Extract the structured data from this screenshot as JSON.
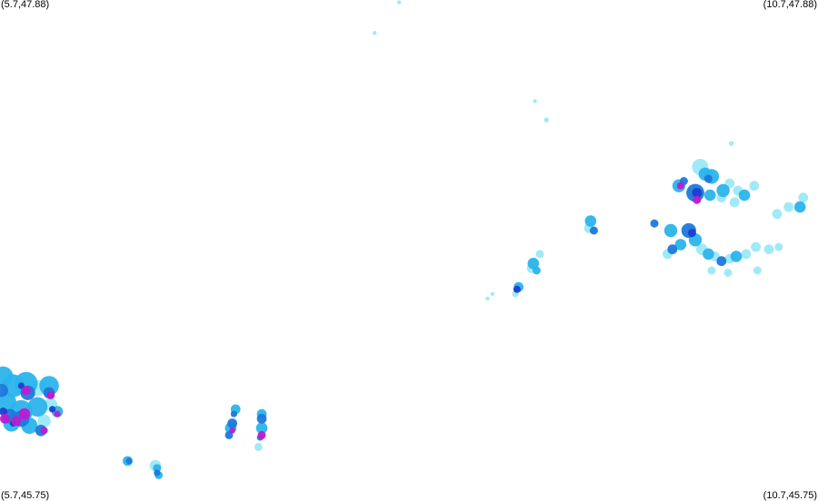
{
  "corners": {
    "top_left": "(5.7,47.88)",
    "top_right": "(10.7,47.88)",
    "bottom_left": "(5.7,45.75)",
    "bottom_right": "(10.7,45.75)"
  },
  "extent": {
    "lon_min": 5.7,
    "lon_max": 10.7,
    "lat_min": 45.75,
    "lat_max": 47.88
  },
  "palette": {
    "light": "#8fe6f7",
    "medium": "#2bb4ec",
    "strong": "#1e78dc",
    "heavy": "#1c3fd0",
    "extreme": "#c01ad0"
  },
  "cells": [
    {
      "lon": 8.14,
      "lat": 47.87,
      "level": "light",
      "r": 0.012
    },
    {
      "lon": 7.99,
      "lat": 47.74,
      "level": "light",
      "r": 0.012
    },
    {
      "lon": 10.17,
      "lat": 47.27,
      "level": "light",
      "r": 0.015
    },
    {
      "lon": 9.98,
      "lat": 47.17,
      "level": "light",
      "r": 0.05
    },
    {
      "lon": 10.01,
      "lat": 47.14,
      "level": "medium",
      "r": 0.04
    },
    {
      "lon": 10.05,
      "lat": 47.13,
      "level": "medium",
      "r": 0.045
    },
    {
      "lon": 10.03,
      "lat": 47.12,
      "level": "strong",
      "r": 0.025
    },
    {
      "lon": 9.85,
      "lat": 47.09,
      "level": "medium",
      "r": 0.04
    },
    {
      "lon": 9.86,
      "lat": 47.09,
      "level": "extreme",
      "r": 0.022
    },
    {
      "lon": 9.88,
      "lat": 47.11,
      "level": "strong",
      "r": 0.025
    },
    {
      "lon": 9.95,
      "lat": 47.06,
      "level": "strong",
      "r": 0.055
    },
    {
      "lon": 9.96,
      "lat": 47.03,
      "level": "extreme",
      "r": 0.025
    },
    {
      "lon": 9.96,
      "lat": 47.06,
      "level": "heavy",
      "r": 0.03
    },
    {
      "lon": 10.04,
      "lat": 47.05,
      "level": "medium",
      "r": 0.035
    },
    {
      "lon": 10.12,
      "lat": 47.07,
      "level": "medium",
      "r": 0.04
    },
    {
      "lon": 10.16,
      "lat": 47.1,
      "level": "light",
      "r": 0.03
    },
    {
      "lon": 10.21,
      "lat": 47.07,
      "level": "light",
      "r": 0.03
    },
    {
      "lon": 10.25,
      "lat": 47.05,
      "level": "medium",
      "r": 0.035
    },
    {
      "lon": 10.11,
      "lat": 47.04,
      "level": "light",
      "r": 0.03
    },
    {
      "lon": 10.19,
      "lat": 47.02,
      "level": "light",
      "r": 0.03
    },
    {
      "lon": 10.31,
      "lat": 47.09,
      "level": "light",
      "r": 0.03
    },
    {
      "lon": 10.61,
      "lat": 47.04,
      "level": "light",
      "r": 0.03
    },
    {
      "lon": 10.59,
      "lat": 47.0,
      "level": "medium",
      "r": 0.035
    },
    {
      "lon": 10.52,
      "lat": 47.0,
      "level": "light",
      "r": 0.03
    },
    {
      "lon": 10.45,
      "lat": 46.97,
      "level": "light",
      "r": 0.03
    },
    {
      "lon": 9.7,
      "lat": 46.93,
      "level": "strong",
      "r": 0.025
    },
    {
      "lon": 9.8,
      "lat": 46.9,
      "level": "medium",
      "r": 0.04
    },
    {
      "lon": 9.91,
      "lat": 46.9,
      "level": "strong",
      "r": 0.045
    },
    {
      "lon": 9.93,
      "lat": 46.89,
      "level": "heavy",
      "r": 0.025
    },
    {
      "lon": 9.95,
      "lat": 46.86,
      "level": "medium",
      "r": 0.04
    },
    {
      "lon": 9.86,
      "lat": 46.84,
      "level": "medium",
      "r": 0.035
    },
    {
      "lon": 9.81,
      "lat": 46.82,
      "level": "strong",
      "r": 0.03
    },
    {
      "lon": 9.78,
      "lat": 46.8,
      "level": "light",
      "r": 0.03
    },
    {
      "lon": 9.99,
      "lat": 46.82,
      "level": "light",
      "r": 0.035
    },
    {
      "lon": 10.03,
      "lat": 46.8,
      "level": "medium",
      "r": 0.035
    },
    {
      "lon": 10.07,
      "lat": 46.79,
      "level": "light",
      "r": 0.03
    },
    {
      "lon": 10.11,
      "lat": 46.77,
      "level": "strong",
      "r": 0.03
    },
    {
      "lon": 10.16,
      "lat": 46.78,
      "level": "light",
      "r": 0.03
    },
    {
      "lon": 10.2,
      "lat": 46.79,
      "level": "medium",
      "r": 0.035
    },
    {
      "lon": 10.26,
      "lat": 46.8,
      "level": "light",
      "r": 0.03
    },
    {
      "lon": 10.32,
      "lat": 46.83,
      "level": "light",
      "r": 0.03
    },
    {
      "lon": 10.4,
      "lat": 46.82,
      "level": "light",
      "r": 0.03
    },
    {
      "lon": 10.46,
      "lat": 46.83,
      "level": "light",
      "r": 0.025
    },
    {
      "lon": 10.05,
      "lat": 46.73,
      "level": "light",
      "r": 0.025
    },
    {
      "lon": 10.15,
      "lat": 46.72,
      "level": "light",
      "r": 0.025
    },
    {
      "lon": 10.33,
      "lat": 46.73,
      "level": "light",
      "r": 0.025
    },
    {
      "lon": 9.31,
      "lat": 46.94,
      "level": "medium",
      "r": 0.035
    },
    {
      "lon": 9.33,
      "lat": 46.9,
      "level": "strong",
      "r": 0.025
    },
    {
      "lon": 9.3,
      "lat": 46.91,
      "level": "light",
      "r": 0.03
    },
    {
      "lon": 9.0,
      "lat": 46.8,
      "level": "light",
      "r": 0.025
    },
    {
      "lon": 8.96,
      "lat": 46.76,
      "level": "medium",
      "r": 0.035
    },
    {
      "lon": 8.95,
      "lat": 46.74,
      "level": "light",
      "r": 0.03
    },
    {
      "lon": 8.98,
      "lat": 46.73,
      "level": "medium",
      "r": 0.025
    },
    {
      "lon": 8.87,
      "lat": 46.66,
      "level": "medium",
      "r": 0.03
    },
    {
      "lon": 8.86,
      "lat": 46.65,
      "level": "heavy",
      "r": 0.022
    },
    {
      "lon": 8.85,
      "lat": 46.63,
      "level": "light",
      "r": 0.02
    },
    {
      "lon": 8.71,
      "lat": 46.63,
      "level": "light",
      "r": 0.012
    },
    {
      "lon": 8.68,
      "lat": 46.61,
      "level": "light",
      "r": 0.012
    },
    {
      "lon": 8.97,
      "lat": 47.45,
      "level": "light",
      "r": 0.012
    },
    {
      "lon": 9.04,
      "lat": 47.37,
      "level": "light",
      "r": 0.015
    },
    {
      "lon": 5.72,
      "lat": 46.28,
      "level": "medium",
      "r": 0.06
    },
    {
      "lon": 5.78,
      "lat": 46.24,
      "level": "medium",
      "r": 0.07
    },
    {
      "lon": 5.86,
      "lat": 46.25,
      "level": "medium",
      "r": 0.07
    },
    {
      "lon": 5.93,
      "lat": 46.23,
      "level": "light",
      "r": 0.05
    },
    {
      "lon": 6.0,
      "lat": 46.24,
      "level": "medium",
      "r": 0.06
    },
    {
      "lon": 5.74,
      "lat": 46.17,
      "level": "medium",
      "r": 0.06
    },
    {
      "lon": 5.83,
      "lat": 46.13,
      "level": "medium",
      "r": 0.07
    },
    {
      "lon": 5.93,
      "lat": 46.15,
      "level": "medium",
      "r": 0.06
    },
    {
      "lon": 6.01,
      "lat": 46.16,
      "level": "light",
      "r": 0.04
    },
    {
      "lon": 6.05,
      "lat": 46.13,
      "level": "medium",
      "r": 0.035
    },
    {
      "lon": 5.77,
      "lat": 46.08,
      "level": "medium",
      "r": 0.05
    },
    {
      "lon": 5.88,
      "lat": 46.07,
      "level": "medium",
      "r": 0.05
    },
    {
      "lon": 5.97,
      "lat": 46.09,
      "level": "light",
      "r": 0.04
    },
    {
      "lon": 5.71,
      "lat": 46.22,
      "level": "strong",
      "r": 0.04
    },
    {
      "lon": 5.87,
      "lat": 46.21,
      "level": "strong",
      "r": 0.045
    },
    {
      "lon": 6.0,
      "lat": 46.21,
      "level": "strong",
      "r": 0.035
    },
    {
      "lon": 5.76,
      "lat": 46.11,
      "level": "strong",
      "r": 0.045
    },
    {
      "lon": 5.83,
      "lat": 46.1,
      "level": "strong",
      "r": 0.05
    },
    {
      "lon": 5.95,
      "lat": 46.05,
      "level": "strong",
      "r": 0.035
    },
    {
      "lon": 5.86,
      "lat": 46.22,
      "level": "extreme",
      "r": 0.028
    },
    {
      "lon": 5.83,
      "lat": 46.24,
      "level": "heavy",
      "r": 0.02
    },
    {
      "lon": 6.01,
      "lat": 46.2,
      "level": "extreme",
      "r": 0.025
    },
    {
      "lon": 5.85,
      "lat": 46.12,
      "level": "extreme",
      "r": 0.035
    },
    {
      "lon": 5.8,
      "lat": 46.09,
      "level": "extreme",
      "r": 0.03
    },
    {
      "lon": 5.73,
      "lat": 46.1,
      "level": "extreme",
      "r": 0.03
    },
    {
      "lon": 5.72,
      "lat": 46.13,
      "level": "heavy",
      "r": 0.025
    },
    {
      "lon": 5.78,
      "lat": 46.08,
      "level": "heavy",
      "r": 0.02
    },
    {
      "lon": 5.97,
      "lat": 46.05,
      "level": "extreme",
      "r": 0.022
    },
    {
      "lon": 6.02,
      "lat": 46.14,
      "level": "heavy",
      "r": 0.02
    },
    {
      "lon": 6.05,
      "lat": 46.12,
      "level": "extreme",
      "r": 0.02
    },
    {
      "lon": 6.48,
      "lat": 45.92,
      "level": "medium",
      "r": 0.03
    },
    {
      "lon": 6.49,
      "lat": 45.92,
      "level": "strong",
      "r": 0.02
    },
    {
      "lon": 6.65,
      "lat": 45.9,
      "level": "light",
      "r": 0.035
    },
    {
      "lon": 6.66,
      "lat": 45.89,
      "level": "medium",
      "r": 0.025
    },
    {
      "lon": 6.67,
      "lat": 45.86,
      "level": "medium",
      "r": 0.025
    },
    {
      "lon": 6.66,
      "lat": 45.87,
      "level": "strong",
      "r": 0.02
    },
    {
      "lon": 7.14,
      "lat": 46.14,
      "level": "medium",
      "r": 0.03
    },
    {
      "lon": 7.13,
      "lat": 46.12,
      "level": "strong",
      "r": 0.02
    },
    {
      "lon": 7.12,
      "lat": 46.08,
      "level": "strong",
      "r": 0.03
    },
    {
      "lon": 7.11,
      "lat": 46.06,
      "level": "medium",
      "r": 0.035
    },
    {
      "lon": 7.1,
      "lat": 46.03,
      "level": "strong",
      "r": 0.025
    },
    {
      "lon": 7.12,
      "lat": 46.05,
      "level": "extreme",
      "r": 0.018
    },
    {
      "lon": 7.3,
      "lat": 46.12,
      "level": "medium",
      "r": 0.03
    },
    {
      "lon": 7.3,
      "lat": 46.1,
      "level": "strong",
      "r": 0.03
    },
    {
      "lon": 7.3,
      "lat": 46.06,
      "level": "medium",
      "r": 0.035
    },
    {
      "lon": 7.3,
      "lat": 46.03,
      "level": "extreme",
      "r": 0.025
    },
    {
      "lon": 7.29,
      "lat": 46.02,
      "level": "strong",
      "r": 0.02
    },
    {
      "lon": 7.28,
      "lat": 45.98,
      "level": "light",
      "r": 0.025
    }
  ]
}
